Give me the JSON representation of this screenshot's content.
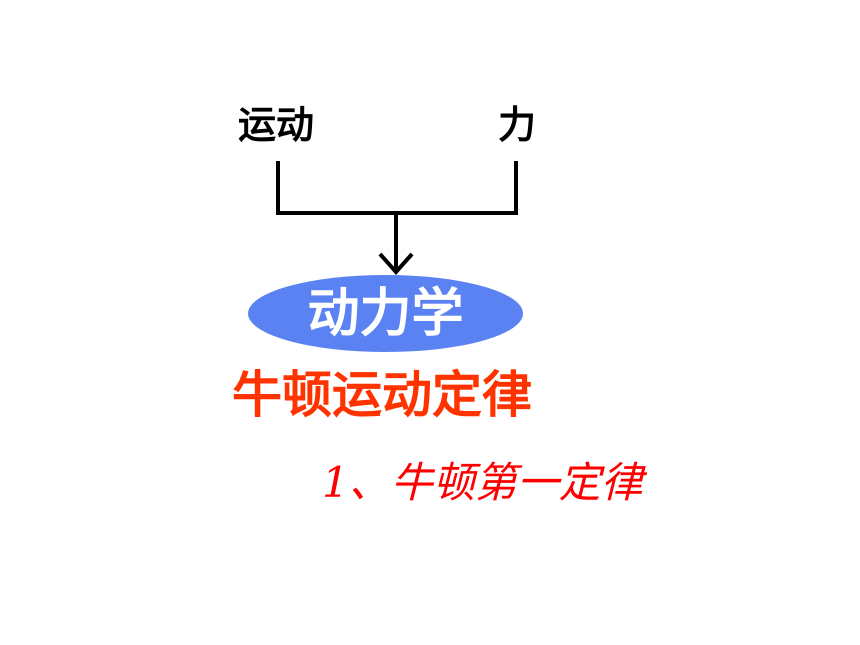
{
  "diagram": {
    "left_label": "运动",
    "right_label": "力",
    "center_label": "动力学"
  },
  "heading": "牛顿运动定律",
  "subheading": "1、牛顿第一定律",
  "colors": {
    "ellipse_fill": "#5b82f2",
    "heading": "#ff3300",
    "subheading": "#ff0000",
    "connector": "#000000"
  }
}
